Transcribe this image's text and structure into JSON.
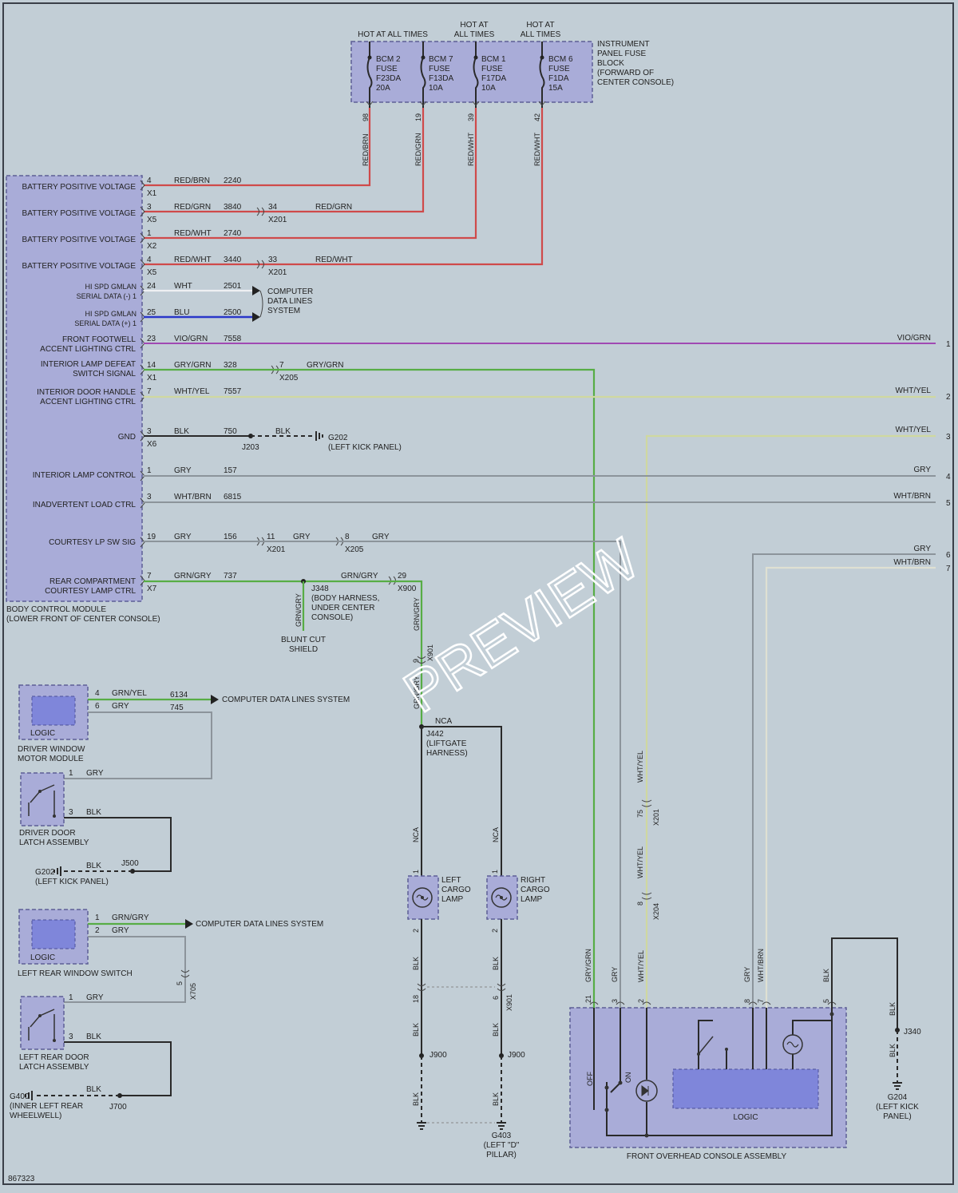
{
  "fuse_block": {
    "hot_labels": [
      "HOT AT ALL TIMES",
      "HOT AT",
      "ALL TIMES",
      "HOT AT",
      "ALL TIMES"
    ],
    "name_lines": [
      "INSTRUMENT",
      "PANEL FUSE",
      "BLOCK",
      "(FORWARD OF",
      "CENTER CONSOLE)"
    ],
    "fuses": [
      {
        "lines": [
          "BCM 2",
          "FUSE",
          "F23DA",
          "20A"
        ],
        "pin": "98",
        "color_label": "RED/BRN"
      },
      {
        "lines": [
          "BCM 7",
          "FUSE",
          "F13DA",
          "10A"
        ],
        "pin": "19",
        "color_label": "RED/GRN"
      },
      {
        "lines": [
          "BCM 1",
          "FUSE",
          "F17DA",
          "10A"
        ],
        "pin": "39",
        "color_label": "RED/WHT"
      },
      {
        "lines": [
          "BCM 6",
          "FUSE",
          "F1DA",
          "15A"
        ],
        "pin": "42",
        "color_label": "RED/WHT"
      }
    ]
  },
  "bcm": {
    "name_lines": [
      "BODY CONTROL MODULE",
      "(LOWER FRONT OF CENTER CONSOLE)"
    ],
    "signals": [
      {
        "lines": [
          "BATTERY POSITIVE VOLTAGE"
        ],
        "pin": "4",
        "conn": "X1",
        "color": "RED/BRN",
        "circuit": "2240"
      },
      {
        "lines": [
          "BATTERY POSITIVE VOLTAGE"
        ],
        "pin": "3",
        "conn": "X5",
        "color": "RED/GRN",
        "circuit": "3840",
        "inline_pin": "34",
        "inline_conn": "X201",
        "after_color": "RED/GRN"
      },
      {
        "lines": [
          "BATTERY POSITIVE VOLTAGE"
        ],
        "pin": "1",
        "conn": "X2",
        "color": "RED/WHT",
        "circuit": "2740"
      },
      {
        "lines": [
          "BATTERY POSITIVE VOLTAGE"
        ],
        "pin": "4",
        "conn": "X5",
        "color": "RED/WHT",
        "circuit": "3440",
        "inline_pin": "33",
        "inline_conn": "X201",
        "after_color": "RED/WHT"
      },
      {
        "lines": [
          "HI SPD GMLAN",
          "SERIAL DATA (-) 1"
        ],
        "pin": "24",
        "color": "WHT",
        "circuit": "2501"
      },
      {
        "lines": [
          "HI SPD GMLAN",
          "SERIAL DATA (+) 1"
        ],
        "pin": "25",
        "color": "BLU",
        "circuit": "2500"
      },
      {
        "lines": [
          "FRONT FOOTWELL",
          "ACCENT LIGHTING CTRL"
        ],
        "pin": "23",
        "color": "VIO/GRN",
        "circuit": "7558",
        "right_label": "VIO/GRN",
        "right_num": "1"
      },
      {
        "lines": [
          "INTERIOR LAMP DEFEAT",
          "SWITCH SIGNAL"
        ],
        "pin": "14",
        "conn": "X1",
        "color": "GRY/GRN",
        "circuit": "328",
        "inline_pin": "7",
        "inline_conn": "X205",
        "after_color": "GRY/GRN"
      },
      {
        "lines": [
          "INTERIOR DOOR HANDLE",
          "ACCENT LIGHTING CTRL"
        ],
        "pin": "7",
        "color": "WHT/YEL",
        "circuit": "7557",
        "right_label": "WHT/YEL",
        "right_num": "2"
      },
      {
        "lines": [
          "GND"
        ],
        "pin": "3",
        "conn": "X6",
        "color": "BLK",
        "circuit": "750",
        "splice": "J203",
        "after_color": "BLK",
        "ground": "G202",
        "ground_loc": "(LEFT KICK PANEL)"
      },
      {
        "lines": [
          "INTERIOR LAMP CONTROL"
        ],
        "pin": "1",
        "color": "GRY",
        "circuit": "157",
        "right_label": "GRY",
        "right_num": "4"
      },
      {
        "lines": [
          "INADVERTENT LOAD CTRL"
        ],
        "pin": "3",
        "color": "WHT/BRN",
        "circuit": "6815",
        "right_label": "WHT/BRN",
        "right_num": "5"
      },
      {
        "lines": [
          "COURTESY LP SW SIG"
        ],
        "pin": "19",
        "color": "GRY",
        "circuit": "156",
        "inline_pin": "11",
        "inline_conn": "X201",
        "mid_color": "GRY",
        "inline_pin2": "8",
        "inline_conn2": "X205",
        "after_color": "GRY"
      },
      {
        "lines": [
          "REAR COMPARTMENT",
          "COURTESY LAMP CTRL"
        ],
        "pin": "7",
        "conn": "X7",
        "color": "GRN/GRY",
        "circuit": "737",
        "after_color": "GRN/GRY",
        "inline_pin": "29",
        "inline_conn": "X900"
      }
    ]
  },
  "computer_data": {
    "lines": [
      "COMPUTER",
      "DATA LINES",
      "SYSTEM"
    ]
  },
  "right_edge": {
    "wht_yel_3": {
      "label": "WHT/YEL",
      "num": "3"
    },
    "gry_6": {
      "label": "GRY",
      "num": "6"
    },
    "wht_brn_7": {
      "label": "WHT/BRN",
      "num": "7"
    }
  },
  "j348": {
    "id": "J348",
    "lines": [
      "(BODY HARNESS,",
      "UNDER CENTER",
      "CONSOLE)"
    ],
    "branch_color": "GRN/GRY",
    "blunt_lines": [
      "BLUNT CUT",
      "SHIELD"
    ]
  },
  "x901": {
    "pin": "9",
    "conn": "X901",
    "color": "GRN/GRY",
    "color_above": "GRN/GRY"
  },
  "j442": {
    "id": "J442",
    "lines": [
      "(LIFTGATE",
      "HARNESS)"
    ],
    "color": "NCA",
    "left_color": "NCA",
    "right_color": "NCA"
  },
  "left_cargo": {
    "lines": [
      "LEFT",
      "CARGO",
      "LAMP"
    ],
    "pin_top": "1",
    "pin_bottom": "2",
    "color": "BLK",
    "x901_pin": "18",
    "after_color": "BLK",
    "splice": "J900",
    "bottom_color": "BLK"
  },
  "right_cargo": {
    "lines": [
      "RIGHT",
      "CARGO",
      "LAMP"
    ],
    "pin_top": "1",
    "pin_bottom": "2",
    "color": "BLK",
    "x901_pin": "6",
    "x901_conn": "X901",
    "after_color": "BLK",
    "splice": "J900",
    "bottom_color": "BLK"
  },
  "g403": {
    "id": "G403",
    "lines": [
      "(LEFT \"D\"",
      "PILLAR)"
    ]
  },
  "driver_window": {
    "name_lines": [
      "DRIVER WINDOW",
      "MOTOR MODULE"
    ],
    "logic": "LOGIC",
    "pin1": "4",
    "color1": "GRN/YEL",
    "circuit1": "6134",
    "dest": "COMPUTER DATA LINES SYSTEM",
    "pin2": "6",
    "color2": "GRY",
    "circuit2": "745"
  },
  "driver_latch": {
    "name_lines": [
      "DRIVER DOOR",
      "LATCH ASSEMBLY"
    ],
    "pin1": "1",
    "color1": "GRY",
    "pin2": "3",
    "color2": "BLK",
    "gnd_color": "BLK",
    "splice": "J500",
    "ground": "G202",
    "ground_loc": "(LEFT KICK PANEL)"
  },
  "left_rear_window": {
    "name": "LEFT REAR WINDOW SWITCH",
    "logic": "LOGIC",
    "pin1": "1",
    "color1": "GRN/GRY",
    "dest": "COMPUTER DATA LINES SYSTEM",
    "pin2": "2",
    "color2": "GRY",
    "x705_pin": "5",
    "x705_conn": "X705"
  },
  "left_rear_latch": {
    "name_lines": [
      "LEFT REAR DOOR",
      "LATCH ASSEMBLY"
    ],
    "pin1": "1",
    "color1": "GRY",
    "pin2": "3",
    "color2": "BLK",
    "gnd_color": "BLK",
    "splice": "J700",
    "ground": "G400",
    "ground_loc_lines": [
      "(INNER LEFT REAR",
      "WHEELWELL)"
    ]
  },
  "x201_x204": {
    "upper_color": "WHT/YEL",
    "upper_pin": "75",
    "upper_conn": "X201",
    "lower_color": "WHT/YEL",
    "lower_pin": "8",
    "lower_conn": "X204"
  },
  "overhead": {
    "name": "FRONT OVERHEAD CONSOLE ASSEMBLY",
    "logic": "LOGIC",
    "off": "OFF",
    "on": "ON",
    "pins": [
      {
        "pin": "21",
        "color": "GRY/GRN"
      },
      {
        "pin": "3",
        "color": "GRY"
      },
      {
        "pin": "2",
        "color": "WHT/YEL"
      },
      {
        "pin": "8",
        "color": "GRY"
      },
      {
        "pin": "7",
        "color": "WHT/BRN"
      },
      {
        "pin": "5",
        "color": "BLK"
      }
    ]
  },
  "g204": {
    "id": "G204",
    "lines": [
      "(LEFT KICK",
      "PANEL)"
    ],
    "color_upper": "BLK",
    "splice": "J340",
    "color_lower": "BLK"
  },
  "doc_number": "867323",
  "watermark": "PREVIEW"
}
